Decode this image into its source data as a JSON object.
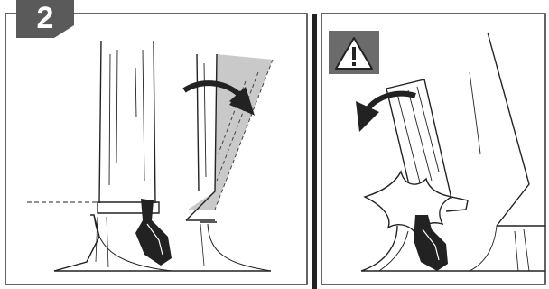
{
  "step": {
    "number": "2"
  },
  "colors": {
    "badge": "#5a5a5a",
    "warning_bg": "#6b6b6b",
    "outline": "#222222",
    "flap_fill": "#c9c9c9",
    "foot": "#222222"
  },
  "icons": {
    "warning": "warning-triangle-icon",
    "rotate_right": "curved-arrow-clockwise-icon",
    "rotate_left": "curved-arrow-counterclockwise-icon"
  },
  "panels": [
    {
      "name": "correct-removal-panel"
    },
    {
      "name": "incorrect-removal-panel"
    }
  ]
}
